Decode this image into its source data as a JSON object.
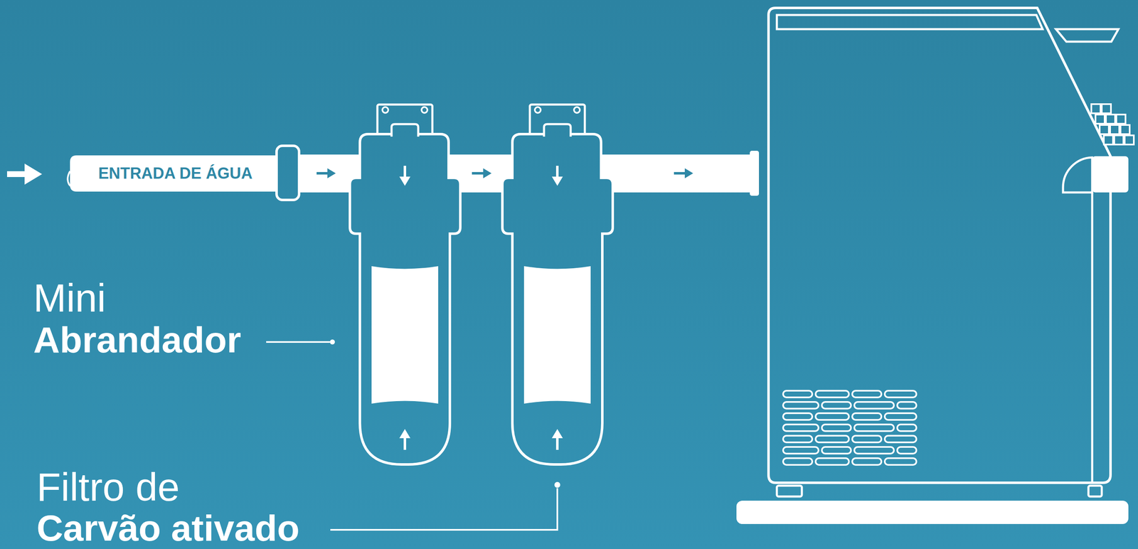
{
  "diagram": {
    "nodes": [
      {
        "text": [
          "ENTRADA DE ÁGUA"
        ]
      }
    ],
    "labels": [
      "Mini",
      "Abrandador",
      "Filtro de",
      "Carvão ativado"
    ]
  }
}
